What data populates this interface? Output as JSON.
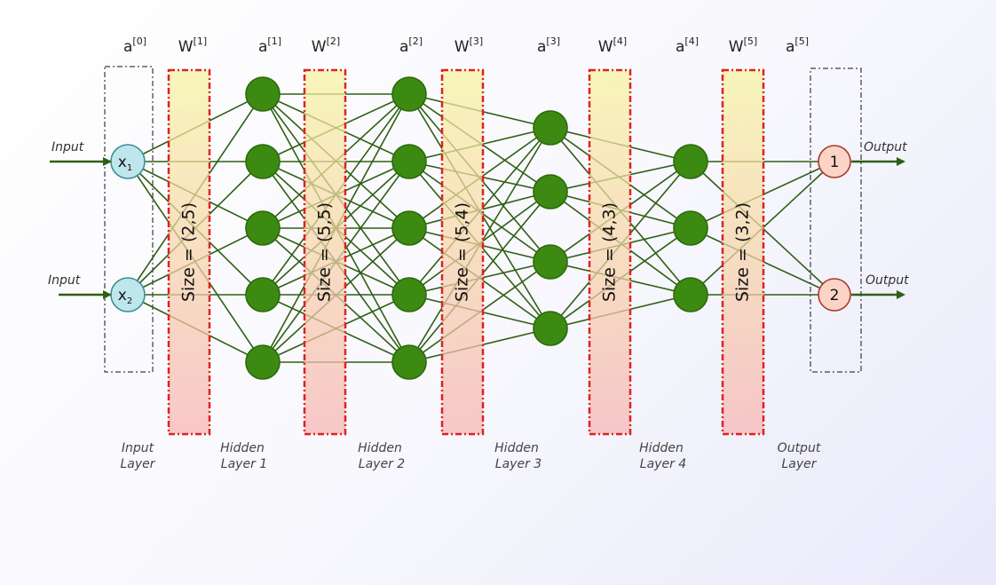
{
  "layers": [
    {
      "activation": "a",
      "activation_sup": "[0]",
      "nodes": [
        "x",
        "x"
      ],
      "node_subs": [
        "1",
        "2"
      ],
      "caption": [
        "Input",
        "Layer"
      ],
      "type": "input"
    },
    {
      "activation": "a",
      "activation_sup": "[1]",
      "nodes": [
        "",
        "",
        "",
        "",
        ""
      ],
      "caption": [
        "Hidden",
        "Layer 1"
      ],
      "type": "hidden"
    },
    {
      "activation": "a",
      "activation_sup": "[2]",
      "nodes": [
        "",
        "",
        "",
        "",
        ""
      ],
      "caption": [
        "Hidden",
        "Layer 2"
      ],
      "type": "hidden"
    },
    {
      "activation": "a",
      "activation_sup": "[3]",
      "nodes": [
        "",
        "",
        "",
        ""
      ],
      "caption": [
        "Hidden",
        "Layer 3"
      ],
      "type": "hidden"
    },
    {
      "activation": "a",
      "activation_sup": "[4]",
      "nodes": [
        "",
        "",
        ""
      ],
      "caption": [
        "Hidden",
        "Layer 4"
      ],
      "type": "hidden"
    },
    {
      "activation": "a",
      "activation_sup": "[5]",
      "nodes": [
        "1",
        "2"
      ],
      "caption": [
        "Output",
        "Layer"
      ],
      "type": "output"
    }
  ],
  "weights": [
    {
      "label": "W",
      "sup": "[1]",
      "size": "Size = (2,5)"
    },
    {
      "label": "W",
      "sup": "[2]",
      "size": "Size = (5,5)"
    },
    {
      "label": "W",
      "sup": "[3]",
      "size": "Size = (5,4)"
    },
    {
      "label": "W",
      "sup": "[4]",
      "size": "Size = (4,3)"
    },
    {
      "label": "W",
      "sup": "[5]",
      "size": "Size = (3,2)"
    }
  ],
  "input_labels": [
    "Input",
    "Input"
  ],
  "output_labels": [
    "Output",
    "Output"
  ],
  "colors": {
    "edge": "#2f5f14",
    "hidden_fill": "#3d8a12",
    "hidden_stroke": "#2a6a0a",
    "input_fill": "#bfe6ea",
    "input_stroke": "#3c8f98",
    "output_fill": "#fbd3c7",
    "output_stroke": "#a83a28",
    "weight_border": "#dd2222",
    "weight_top": "#f7f3a0",
    "weight_bottom": "#f7b4b4"
  }
}
